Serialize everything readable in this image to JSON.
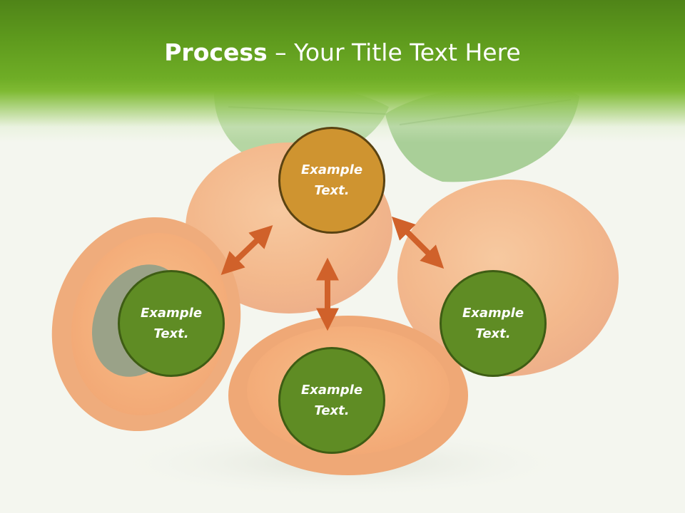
{
  "slide": {
    "title_bold": "Process",
    "title_rest": " – Your Title Text Here"
  },
  "diagram": {
    "center_node": {
      "line1": "Example",
      "line2": "Text."
    },
    "left_node": {
      "line1": "Example",
      "line2": "Text."
    },
    "bottom_node": {
      "line1": "Example",
      "line2": "Text."
    },
    "right_node": {
      "line1": "Example",
      "line2": "Text."
    }
  },
  "colors": {
    "header_green": "#5e9a1d",
    "node_green": "#5f8c24",
    "node_amber": "#cf9430",
    "arrow_orange": "#d0612a"
  },
  "background_image": "apricots-and-leaves"
}
